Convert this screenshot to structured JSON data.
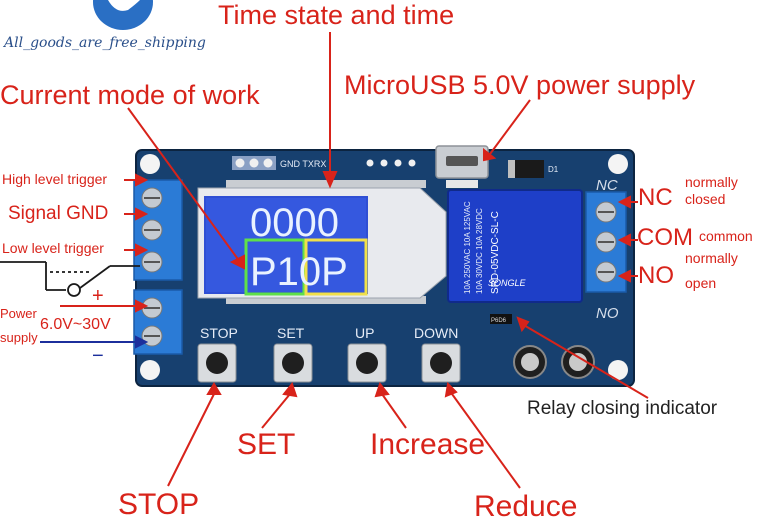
{
  "watermark": {
    "text": "All_goods_are_free_shipping"
  },
  "labels": {
    "time_state": "Time state and time",
    "current_mode": "Current mode of work",
    "microusb": "MicroUSB 5.0V power supply",
    "relay_indicator": "Relay closing indicator",
    "set": "SET",
    "increase": "Increase",
    "stop": "STOP",
    "reduce": "Reduce",
    "high_trigger": "High level trigger",
    "signal_gnd": "Signal GND",
    "low_trigger": "Low level trigger",
    "power_1": "Power",
    "power_2": "supply",
    "voltage": "6.0V~30V",
    "nc": "NC",
    "nc_desc_1": "normally",
    "nc_desc_2": "closed",
    "com": "COM",
    "com_desc": "common",
    "no": "NO",
    "no_desc_1": "normally",
    "no_desc_2": "open",
    "plus": "+",
    "minus": "−"
  },
  "board": {
    "header_label": "GND TXRX",
    "button_labels": [
      "STOP",
      "SET",
      "UP",
      "DOWN"
    ],
    "nc_mark": "NC",
    "no_mark": "NO",
    "led_label": "D1",
    "led_label2": "P6D6",
    "lcd_top": "0000",
    "lcd_bottom": "P10P",
    "relay_lines": [
      "10A 250VAC  10A 125VAC",
      "10A 30VDC  10A 28VDC",
      "SRD-05VDC-SL-C",
      "SONGLE"
    ]
  },
  "colors": {
    "pcb": "#17406f",
    "annotation_red": "#d8231a",
    "annotation_blue": "#1c2f9c",
    "lcd": "#2f4fd4",
    "relay": "#1e3fc8",
    "terminal": "#2b7bd6"
  }
}
